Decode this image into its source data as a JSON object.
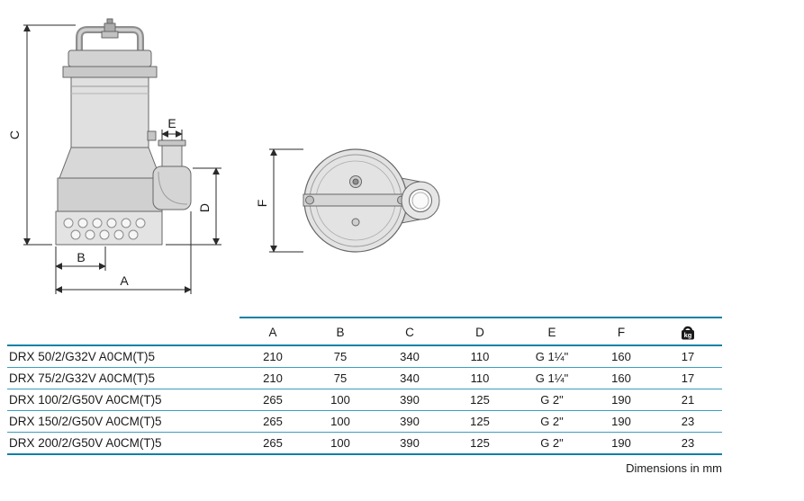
{
  "colors": {
    "accent": "#1080a8",
    "row_separator": "#3f9cbd",
    "text": "#1a1a1a"
  },
  "diagram": {
    "labels": {
      "A": "A",
      "B": "B",
      "C": "C",
      "D": "D",
      "E": "E",
      "F": "F"
    }
  },
  "table": {
    "header": {
      "A": "A",
      "B": "B",
      "C": "C",
      "D": "D",
      "E": "E",
      "F": "F",
      "weight_unit": "kg"
    },
    "rows": [
      {
        "model": "DRX 50/2/G32V A0CM(T)5",
        "a": "210",
        "b": "75",
        "c": "340",
        "d": "110",
        "e": "G 1¼\"",
        "f": "160",
        "kg": "17"
      },
      {
        "model": "DRX 75/2/G32V A0CM(T)5",
        "a": "210",
        "b": "75",
        "c": "340",
        "d": "110",
        "e": "G 1¼\"",
        "f": "160",
        "kg": "17"
      },
      {
        "model": "DRX 100/2/G50V A0CM(T)5",
        "a": "265",
        "b": "100",
        "c": "390",
        "d": "125",
        "e": "G 2\"",
        "f": "190",
        "kg": "21"
      },
      {
        "model": "DRX 150/2/G50V A0CM(T)5",
        "a": "265",
        "b": "100",
        "c": "390",
        "d": "125",
        "e": "G 2\"",
        "f": "190",
        "kg": "23"
      },
      {
        "model": "DRX 200/2/G50V A0CM(T)5",
        "a": "265",
        "b": "100",
        "c": "390",
        "d": "125",
        "e": "G 2\"",
        "f": "190",
        "kg": "23"
      }
    ]
  },
  "footer": {
    "note": "Dimensions in mm"
  }
}
